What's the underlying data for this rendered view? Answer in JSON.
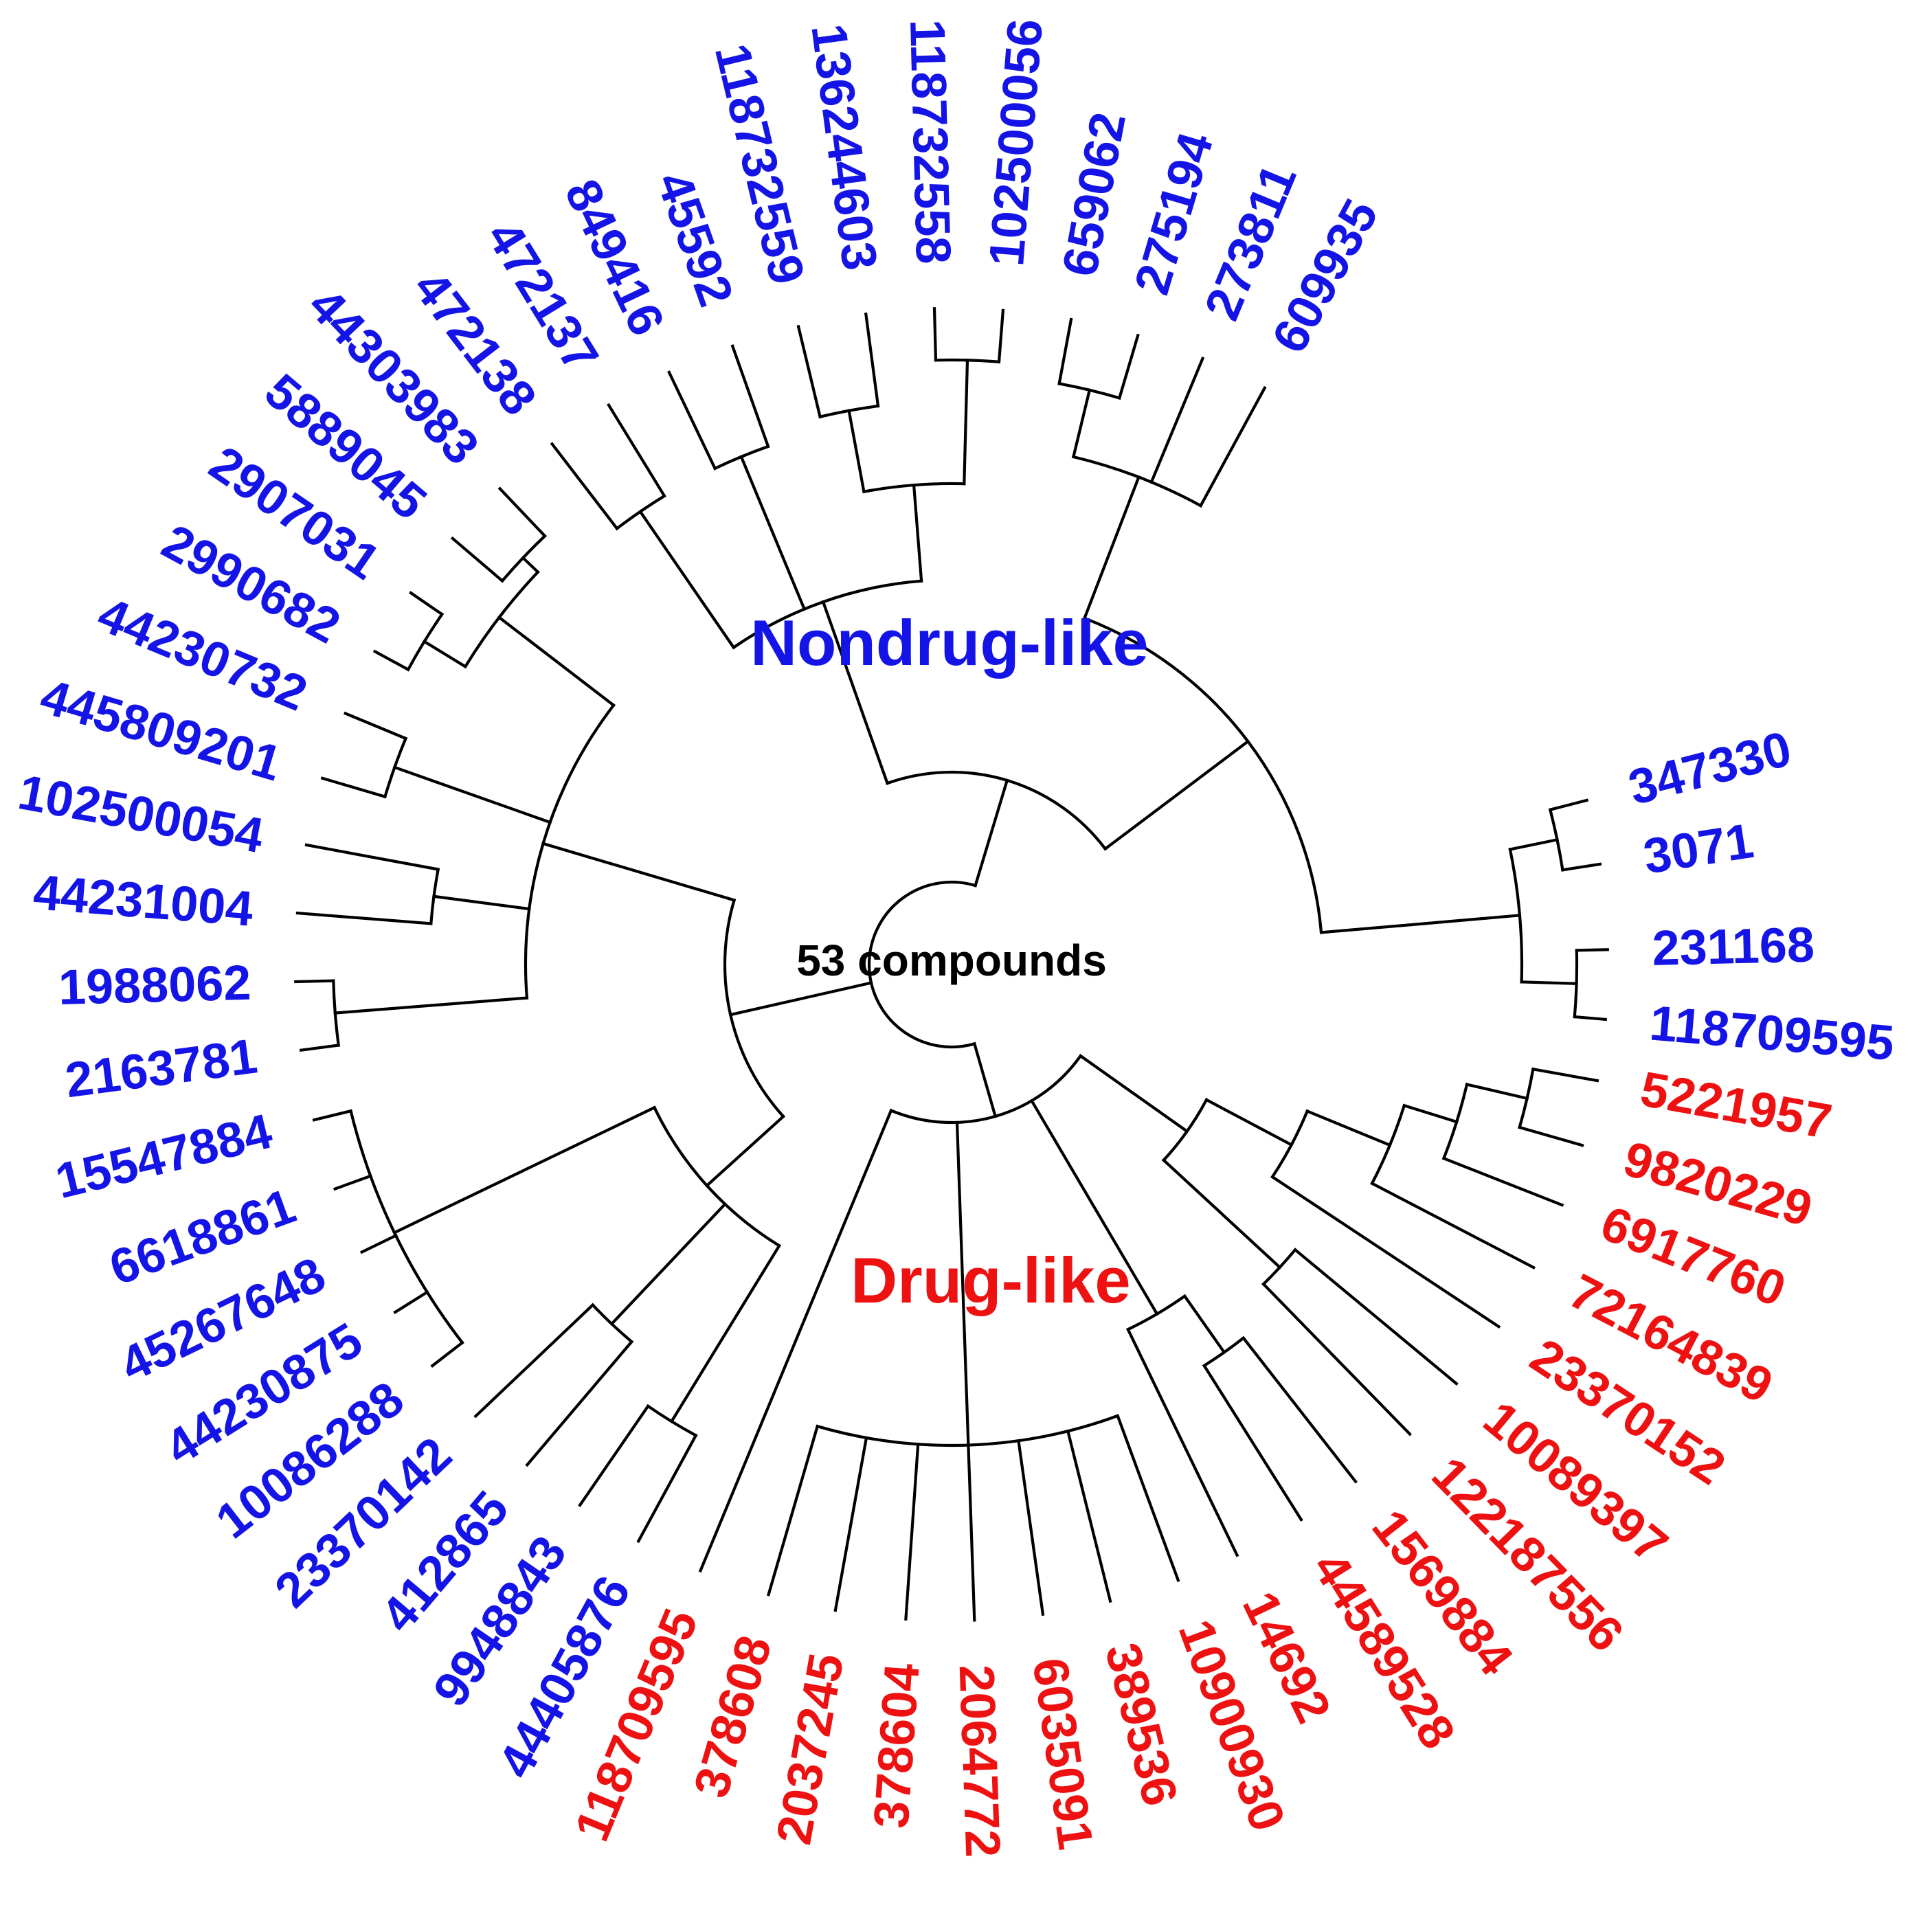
{
  "center_label": "53 compounds",
  "colors": {
    "nondrug": "#1414e6",
    "drug": "#ee1111",
    "branch": "#000000"
  },
  "groups": [
    {
      "key": "nondrug",
      "label": "Nondrug-like"
    },
    {
      "key": "drug",
      "label": "Drug-like"
    }
  ],
  "leaves": [
    {
      "id": "347330",
      "group": "nondrug"
    },
    {
      "id": "3071",
      "group": "nondrug"
    },
    {
      "id": "231168",
      "group": "nondrug"
    },
    {
      "id": "118709595",
      "group": "nondrug"
    },
    {
      "id": "5221957",
      "group": "drug"
    },
    {
      "id": "9820229",
      "group": "drug"
    },
    {
      "id": "6917760",
      "group": "drug"
    },
    {
      "id": "72164839",
      "group": "drug"
    },
    {
      "id": "23370152",
      "group": "drug"
    },
    {
      "id": "10089397",
      "group": "drug"
    },
    {
      "id": "122187556",
      "group": "drug"
    },
    {
      "id": "1569884",
      "group": "drug"
    },
    {
      "id": "44589528",
      "group": "drug"
    },
    {
      "id": "14692",
      "group": "drug"
    },
    {
      "id": "10900930",
      "group": "drug"
    },
    {
      "id": "389536",
      "group": "drug"
    },
    {
      "id": "6035091",
      "group": "drug"
    },
    {
      "id": "2064772",
      "group": "drug"
    },
    {
      "id": "378604",
      "group": "drug"
    },
    {
      "id": "2037245",
      "group": "drug"
    },
    {
      "id": "378608",
      "group": "drug"
    },
    {
      "id": "118709595",
      "group": "drug"
    },
    {
      "id": "44405876",
      "group": "nondrug"
    },
    {
      "id": "9948843",
      "group": "nondrug"
    },
    {
      "id": "412865",
      "group": "nondrug"
    },
    {
      "id": "23370142",
      "group": "nondrug"
    },
    {
      "id": "10086288",
      "group": "nondrug"
    },
    {
      "id": "44230875",
      "group": "nondrug"
    },
    {
      "id": "45267648",
      "group": "nondrug"
    },
    {
      "id": "6618861",
      "group": "nondrug"
    },
    {
      "id": "15547884",
      "group": "nondrug"
    },
    {
      "id": "2163781",
      "group": "nondrug"
    },
    {
      "id": "1988062",
      "group": "nondrug"
    },
    {
      "id": "44231004",
      "group": "nondrug"
    },
    {
      "id": "102500054",
      "group": "nondrug"
    },
    {
      "id": "445809201",
      "group": "nondrug"
    },
    {
      "id": "44230732",
      "group": "nondrug"
    },
    {
      "id": "2990682",
      "group": "nondrug"
    },
    {
      "id": "2907031",
      "group": "nondrug"
    },
    {
      "id": "5889045",
      "group": "nondrug"
    },
    {
      "id": "44303983",
      "group": "nondrug"
    },
    {
      "id": "472138",
      "group": "nondrug"
    },
    {
      "id": "472137",
      "group": "nondrug"
    },
    {
      "id": "849416",
      "group": "nondrug"
    },
    {
      "id": "45592",
      "group": "nondrug"
    },
    {
      "id": "118732559",
      "group": "nondrug"
    },
    {
      "id": "136244603",
      "group": "nondrug"
    },
    {
      "id": "118732558",
      "group": "nondrug"
    },
    {
      "id": "102500056",
      "group": "nondrug"
    },
    {
      "id": "659062",
      "group": "nondrug"
    },
    {
      "id": "275194",
      "group": "nondrug"
    },
    {
      "id": "273811",
      "group": "nondrug"
    },
    {
      "id": "609935",
      "group": "nondrug"
    }
  ]
}
